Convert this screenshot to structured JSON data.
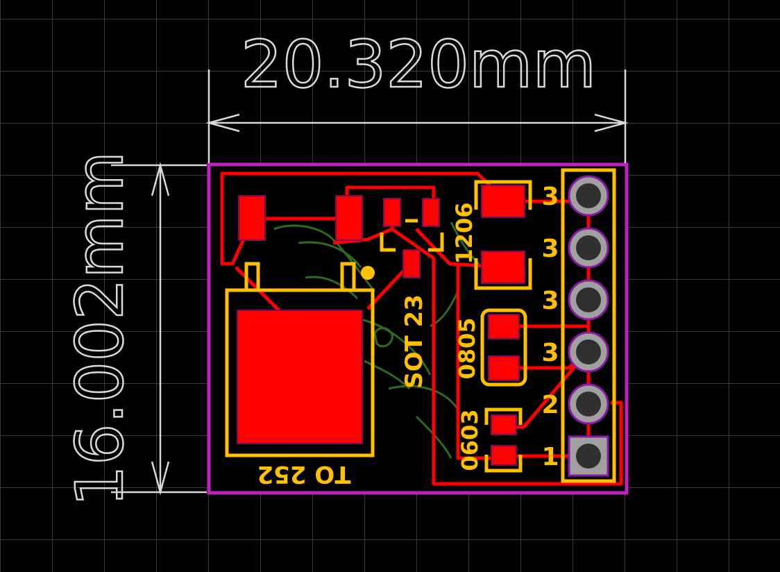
{
  "dimensions": {
    "width_label": "20.320mm",
    "height_label": "16.002mm"
  },
  "silkscreen": {
    "to252": "TO 252",
    "sot23": "SOT 23",
    "r1206": "1206",
    "r0805": "0805",
    "r0603": "0603"
  },
  "header_pins": [
    {
      "label": "3",
      "shape": "round"
    },
    {
      "label": "3",
      "shape": "round"
    },
    {
      "label": "3",
      "shape": "round"
    },
    {
      "label": "3",
      "shape": "round"
    },
    {
      "label": "2",
      "shape": "round"
    },
    {
      "label": "1",
      "shape": "square"
    }
  ],
  "colors": {
    "background": "#000000",
    "grid": "#3a3a3a",
    "board_outline": "#c020c0",
    "copper": "#ff0000",
    "silkscreen": "#ffc000",
    "dimension": "#d9d9d9",
    "art": "#2f6b1f",
    "pad_hole": "#303030",
    "pad_ring": "#a0a0a0"
  }
}
